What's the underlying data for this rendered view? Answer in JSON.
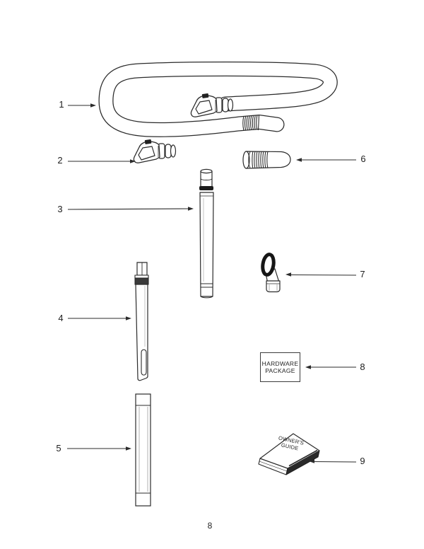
{
  "callouts": [
    {
      "label": "1"
    },
    {
      "label": "2"
    },
    {
      "label": "3"
    },
    {
      "label": "4"
    },
    {
      "label": "5"
    },
    {
      "label": "6"
    },
    {
      "label": "7"
    },
    {
      "label": "8"
    },
    {
      "label": "9"
    }
  ],
  "hardware_package": {
    "line1": "HARDWARE",
    "line2": "PACKAGE"
  },
  "owners_guide": {
    "line1": "OWNER'S",
    "line2": "GUIDE"
  },
  "page_number": "8",
  "colors": {
    "ink": "#2b2b2b",
    "paper": "#ffffff"
  }
}
